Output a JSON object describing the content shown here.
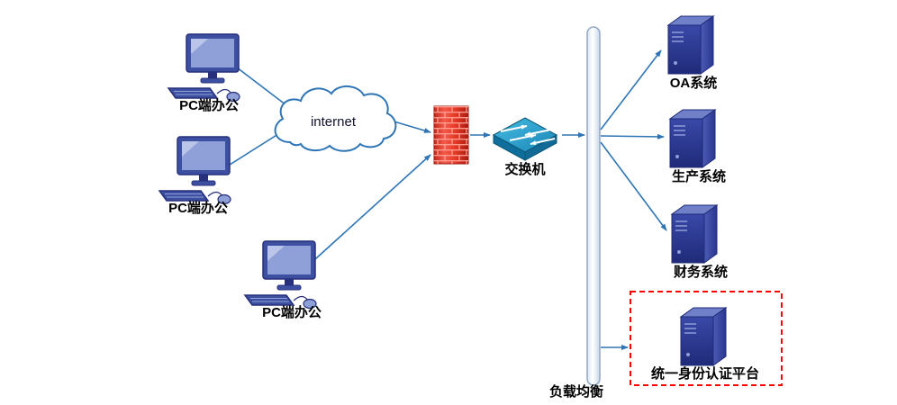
{
  "diagram": {
    "nodes": {
      "pc1": {
        "label": "PC端办公"
      },
      "pc2": {
        "label": "PC端办公"
      },
      "pc3": {
        "label": "PC端办公"
      },
      "internet": {
        "label": "internet"
      },
      "switch": {
        "label": "交换机"
      },
      "load_balancer": {
        "label": "负载均衡"
      },
      "server_oa": {
        "label": "OA系统"
      },
      "server_production": {
        "label": "生产系统"
      },
      "server_finance": {
        "label": "财务系统"
      },
      "identity_platform": {
        "label": "统一身份认证平台"
      }
    },
    "colors": {
      "connector": "#2E75B6",
      "pc_blue": "#3D4FA1",
      "firewall_red": "#E8342A",
      "switch_teal": "#2196C4",
      "server_navy": "#2B3990",
      "highlight_box": "#FF0000"
    }
  }
}
